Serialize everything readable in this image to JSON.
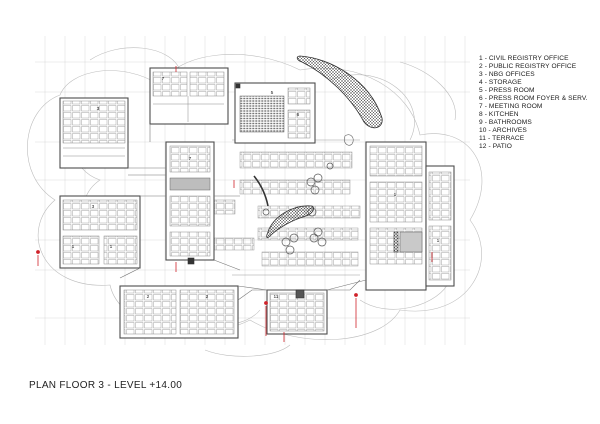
{
  "title": "PLAN FLOOR 3 -  LEVEL +14.00",
  "legend": [
    "1 - CIVIL REGISTRY OFFICE",
    "2 - PUBLIC REGISTRY OFFICE",
    "3 - NBG OFFICES",
    "4 - STORAGE",
    "5 - PRESS ROOM",
    "6 - PRESS ROOM FOYER & SERV.",
    "7 - MEETING ROOM",
    "8 - KITCHEN",
    "9 - BATHROOMS",
    "10 - ARCHIVES",
    "11 - TERRACE",
    "12 - PATIO"
  ],
  "room_tags": [
    "7",
    "7",
    "3",
    "3",
    "1",
    "1",
    "2",
    "2",
    "1",
    "1",
    "5",
    "6",
    "11"
  ],
  "colors": {
    "line": "#555555",
    "grid": "#c8c8c8",
    "accent": "#d0232a",
    "hatch": "#333333"
  }
}
